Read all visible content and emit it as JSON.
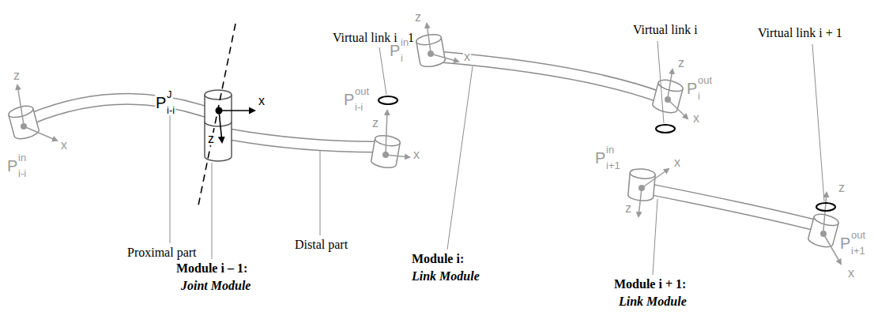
{
  "diagram": {
    "labels": [
      "z",
      "x",
      "P",
      "in",
      "i-i",
      "Proximal part",
      "P",
      "J",
      "i-i",
      "x",
      "z",
      "Module i – 1:",
      "Joint Module",
      "Distal part",
      "Virtual link i - 1",
      "P",
      "out",
      "i-i",
      "z",
      "x",
      "Virtual link i",
      "P",
      "in",
      "i",
      "z",
      "x",
      "Module i:",
      "Link Module",
      "P",
      "out",
      "i",
      "z",
      "x",
      "Virtual link i + 1",
      "P",
      "in",
      "i+1",
      "x",
      "z",
      "Module i + 1:",
      "Link Module",
      "P",
      "out",
      "i+1",
      "z",
      "x"
    ]
  }
}
